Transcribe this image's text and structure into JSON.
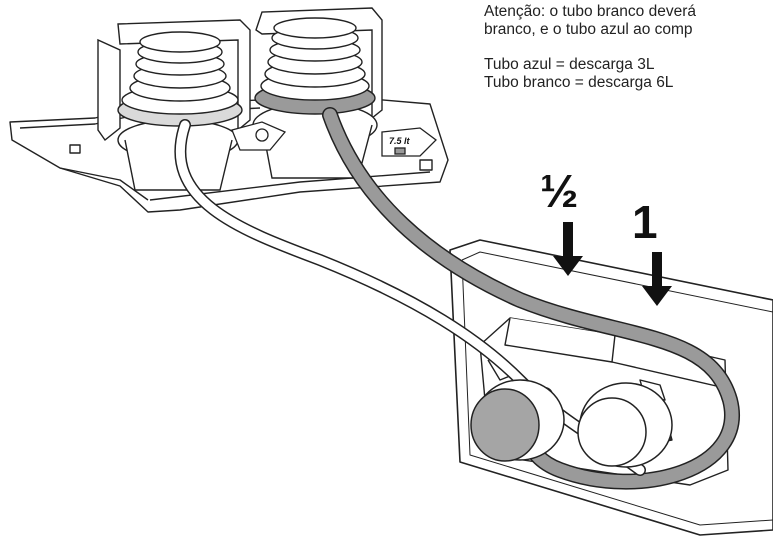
{
  "notice": {
    "line1": "Atenção: o tubo branco deverá",
    "line2": "branco, e o tubo azul ao comp"
  },
  "legend": {
    "blue_tube": "Tubo azul = descarga 3L",
    "white_tube": "Tubo branco = descarga 6L"
  },
  "labels": {
    "half_flush": "½",
    "full_flush": "1",
    "valve_tag": "7.5 lt"
  },
  "colors": {
    "blue_tube": "#9a9a9a",
    "white_tube": "#ffffff",
    "outline": "#222222",
    "dark_cap": "#a5a5a5"
  }
}
